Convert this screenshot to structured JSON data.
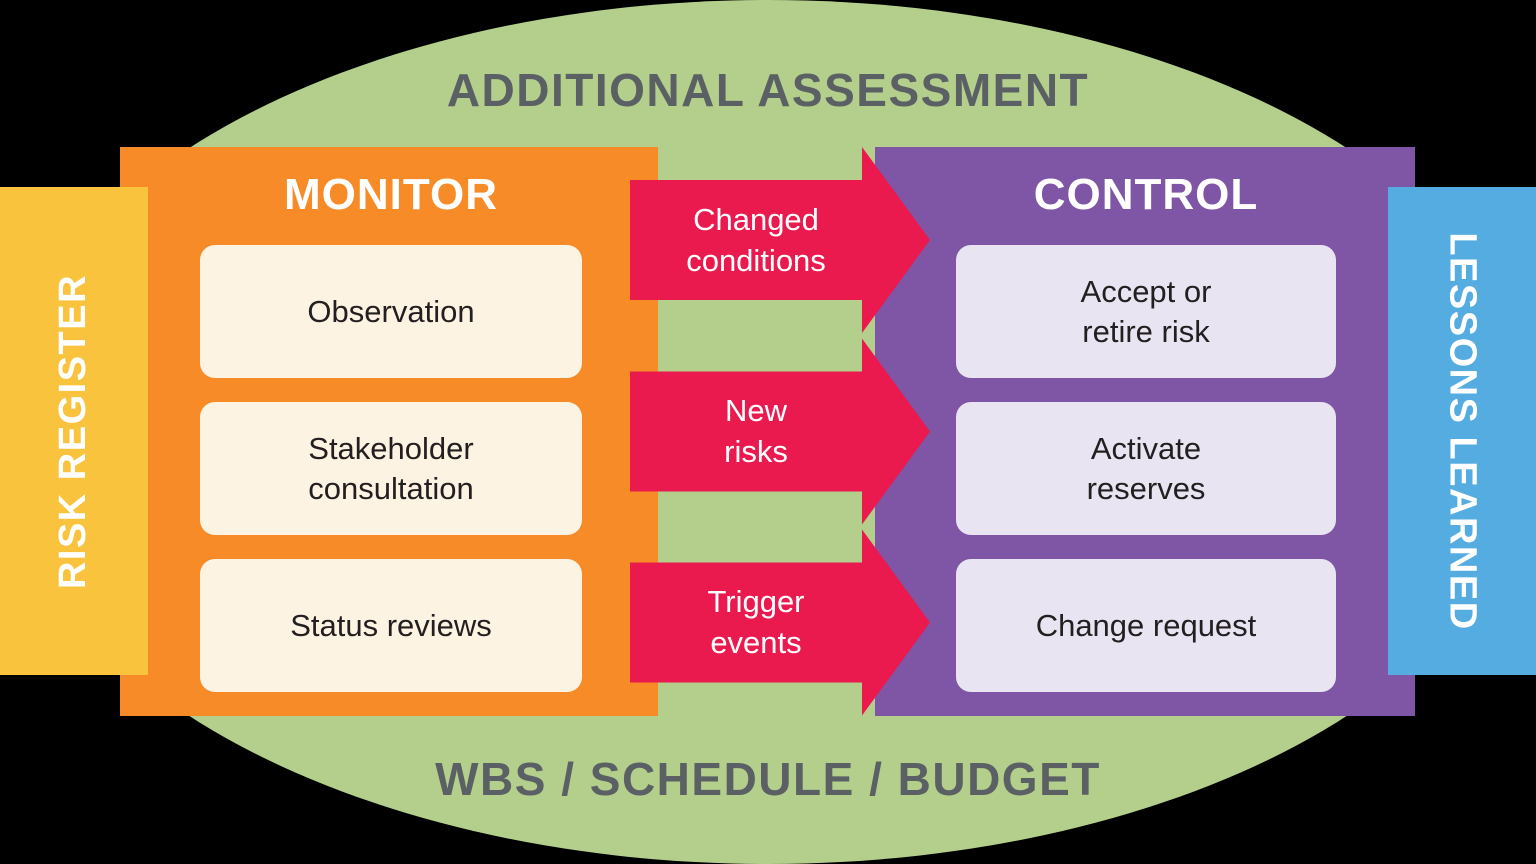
{
  "banners": {
    "top": "ADDITIONAL ASSESSMENT",
    "bottom": "WBS / SCHEDULE / BUDGET"
  },
  "left_bar": {
    "label": "RISK REGISTER"
  },
  "right_bar": {
    "label": "LESSONS LEARNED"
  },
  "monitor": {
    "title": "MONITOR",
    "items": [
      {
        "label": "Observation"
      },
      {
        "label": "Stakeholder\nconsultation"
      },
      {
        "label": "Status reviews"
      }
    ]
  },
  "control": {
    "title": "CONTROL",
    "items": [
      {
        "label": "Accept or\nretire risk"
      },
      {
        "label": "Activate\nreserves"
      },
      {
        "label": "Change request"
      }
    ]
  },
  "arrows": [
    {
      "label": "Changed\nconditions"
    },
    {
      "label": "New\nrisks"
    },
    {
      "label": "Trigger\nevents"
    }
  ],
  "colors": {
    "ellipse_green": "#b3cf8b",
    "monitor_orange": "#f68b27",
    "control_purple": "#7f55a5",
    "risk_register_yellow": "#f9c33d",
    "lessons_learned_blue": "#55ace0",
    "arrow_red": "#ea1a4e",
    "monitor_item_cream": "#fdf3e3",
    "control_item_lavender": "#e8e4f1",
    "banner_text_gray": "#5b6065"
  }
}
